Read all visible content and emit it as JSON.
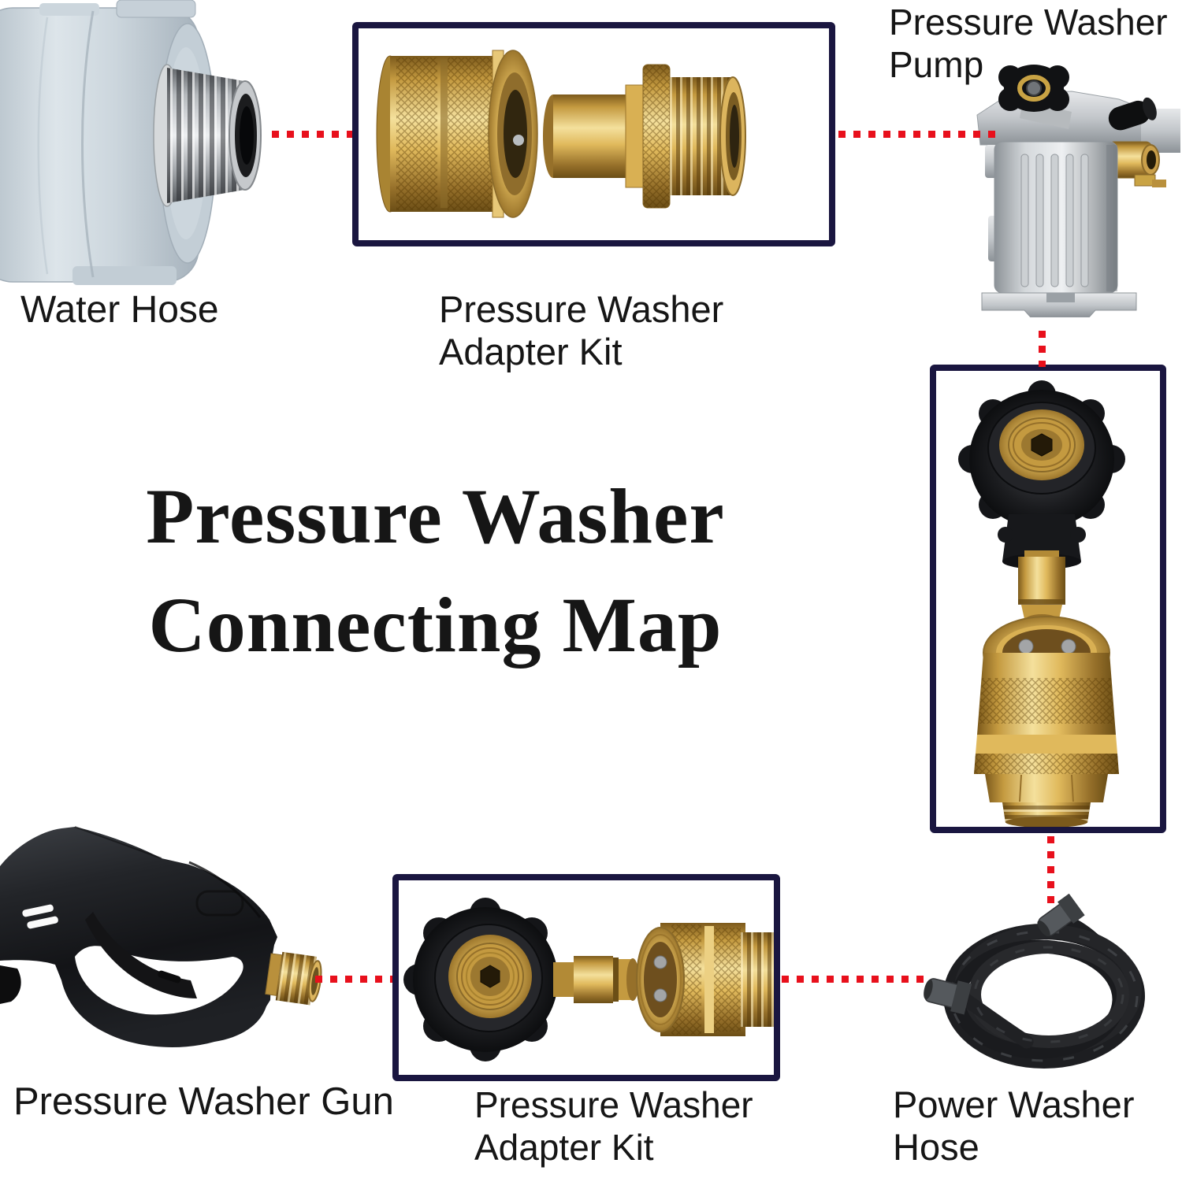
{
  "title": {
    "line1": "Pressure Washer",
    "line2": "Connecting Map"
  },
  "labels": {
    "water_hose": "Water Hose",
    "adapter_kit_top_line1": "Pressure Washer",
    "adapter_kit_top_line2": "Adapter Kit",
    "pump_line1": "Pressure Washer",
    "pump_line2": "Pump",
    "gun": "Pressure Washer Gun",
    "adapter_kit_bottom_line1": "Pressure Washer",
    "adapter_kit_bottom_line2": "Adapter Kit",
    "hose_line1": "Power Washer",
    "hose_line2": "Hose"
  },
  "colors": {
    "connector_red": "#e8101c",
    "box_border": "#1a1640",
    "text": "#161616",
    "brass": "#d8ab4e",
    "black_plastic": "#1c1c1e",
    "aluminum": "#c9cdd1",
    "pvc_gray": "#ccd6dd"
  },
  "images": {
    "water_hose": "water-hose-photo",
    "adapter_kit_top": "garden-hose-quick-connect-kit-photo",
    "pump": "pressure-washer-pump-photo",
    "m22_adapter_pair": "m22-quick-connect-adapter-photo",
    "gun": "pressure-washer-gun-photo",
    "adapter_kit_bottom": "m22-quick-connect-adapter-kit-photo",
    "hose": "power-washer-hose-photo"
  }
}
